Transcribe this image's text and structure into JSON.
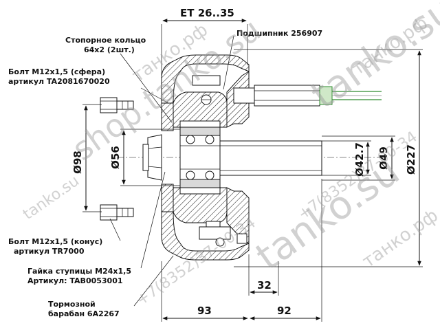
{
  "dimensions": {
    "et": "ET 26..35",
    "d98": "Ø98",
    "d56": "Ø56",
    "d42": "Ø42.7",
    "d49": "Ø49",
    "d227": "Ø227",
    "w32": "32",
    "w93": "93",
    "w92": "92"
  },
  "callouts": {
    "retaining_ring": [
      "Стопорное кольцо",
      "64x2 (2шт.)"
    ],
    "bearing": "Подшипник 256907",
    "bolt_sphere": [
      "Болт M12x1,5 (сфера)",
      "артикул TA2081670020"
    ],
    "bolt_cone": [
      "Болт M12x1,5 (конус)",
      "артикул TR7000"
    ],
    "hub_nut": [
      "Гайка ступицы M24x1,5",
      "Артикул: TAB0053001"
    ],
    "drum": [
      "Тормозной",
      "барабан 6А2267"
    ]
  },
  "watermarks": [
    "shop.tanko.su",
    "tanko.su",
    "танко.рф",
    "+7(8352)37-00-34"
  ]
}
